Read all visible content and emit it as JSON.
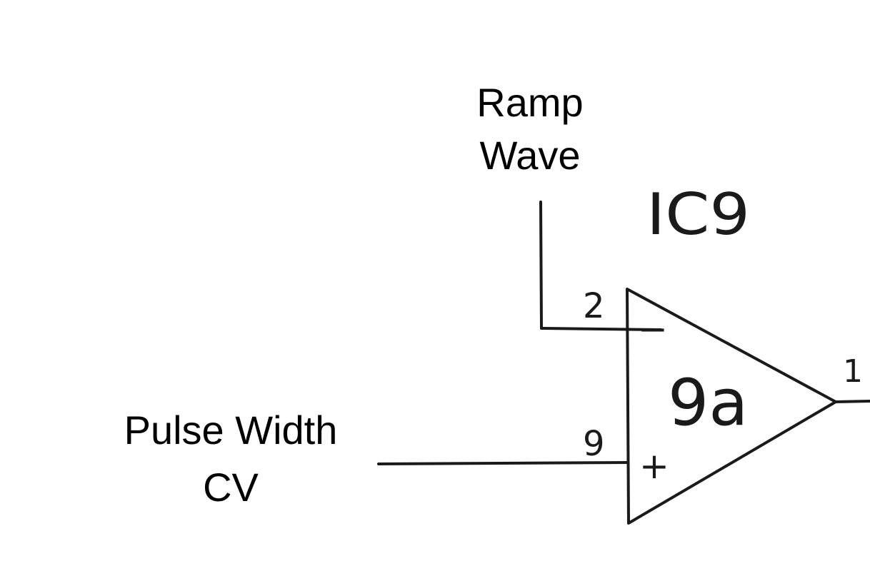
{
  "labels": {
    "ramp_line1": "Ramp",
    "ramp_line2": "Wave",
    "pw_line1": "Pulse Width",
    "pw_line2": "CV"
  },
  "schematic": {
    "ic_name": "IC9",
    "opamp_name": "9a",
    "pin_inverting": "2",
    "pin_noninverting": "9",
    "pin_output": "1",
    "sign_inverting": "−",
    "sign_noninverting": "+"
  }
}
